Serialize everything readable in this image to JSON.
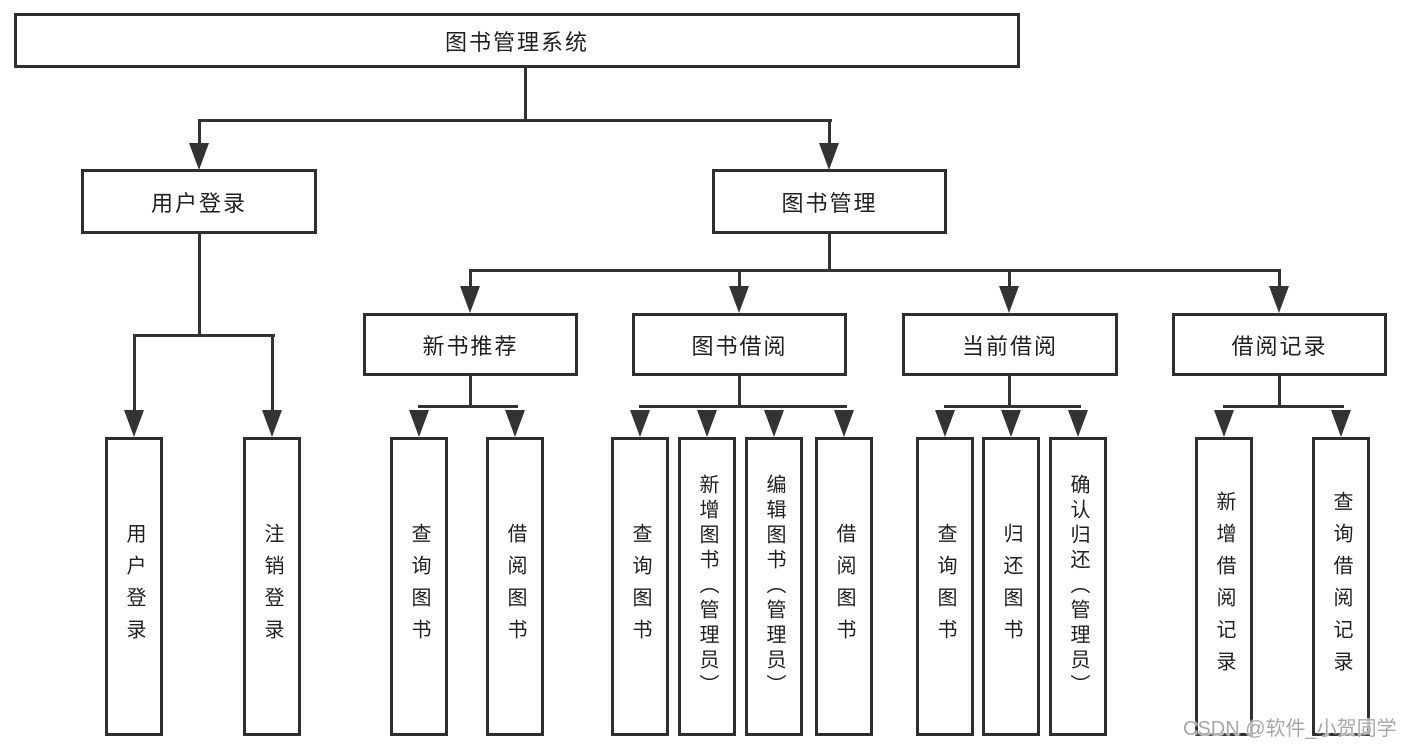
{
  "colors": {
    "background": "#ffffff",
    "line": "#333333",
    "box_border": "#2e2e2e",
    "text": "#1f1f1f",
    "watermark": "#a8a8a8"
  },
  "tree": {
    "root": {
      "label": "图书管理系统"
    },
    "branches": [
      {
        "label": "用户登录",
        "leaves": [
          "用户登录",
          "注销登录"
        ]
      },
      {
        "label": "图书管理",
        "groups": [
          {
            "label": "新书推荐",
            "leaves": [
              "查询图书",
              "借阅图书"
            ]
          },
          {
            "label": "图书借阅",
            "leaves": [
              "查询图书",
              "新增图书（管理员）",
              "编辑图书（管理员）",
              "借阅图书"
            ]
          },
          {
            "label": "当前借阅",
            "leaves": [
              "查询图书",
              "归还图书",
              "确认归还（管理员）"
            ]
          },
          {
            "label": "借阅记录",
            "leaves": [
              "新增借阅记录",
              "查询借阅记录"
            ]
          }
        ]
      }
    ]
  },
  "watermark": {
    "text": "CSDN @软件_小贺同学"
  }
}
